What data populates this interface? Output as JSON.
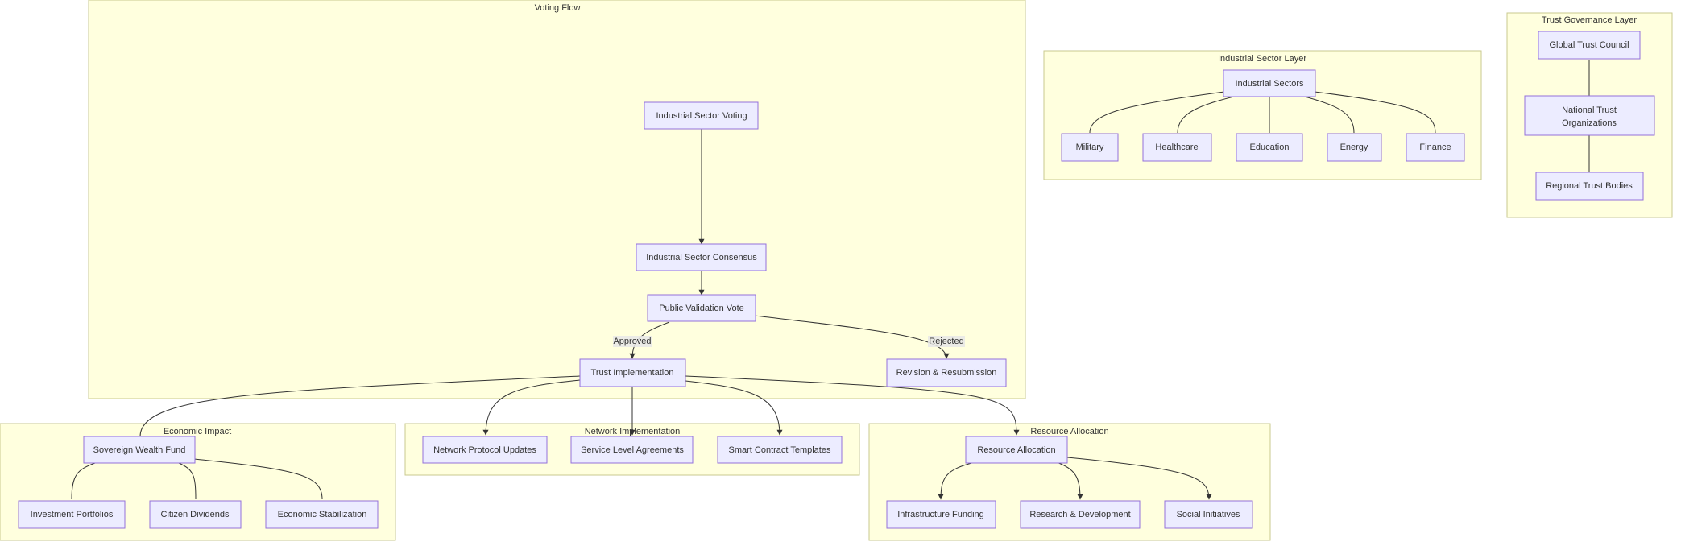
{
  "clusters": {
    "voting_flow": "Voting Flow",
    "industrial_sector_layer": "Industrial Sector Layer",
    "trust_governance_layer": "Trust Governance Layer",
    "economic_impact": "Economic Impact",
    "network_implementation": "Network Implementation",
    "resource_allocation": "Resource Allocation"
  },
  "nodes": {
    "industrial_sector_voting": "Industrial Sector Voting",
    "industrial_sector_consensus": "Industrial Sector Consensus",
    "public_validation_vote": "Public Validation Vote",
    "trust_implementation": "Trust Implementation",
    "revision_resubmission": "Revision & Resubmission",
    "industrial_sectors": "Industrial Sectors",
    "military": "Military",
    "healthcare": "Healthcare",
    "education": "Education",
    "energy": "Energy",
    "finance": "Finance",
    "global_trust_council": "Global Trust Council",
    "national_trust_line1": "National Trust",
    "national_trust_line2": "Organizations",
    "regional_trust_bodies": "Regional Trust Bodies",
    "sovereign_wealth_fund": "Sovereign Wealth Fund",
    "investment_portfolios": "Investment Portfolios",
    "citizen_dividends": "Citizen Dividends",
    "economic_stabilization": "Economic Stabilization",
    "network_protocol_updates": "Network Protocol Updates",
    "service_level_agreements": "Service Level Agreements",
    "smart_contract_templates": "Smart Contract Templates",
    "resource_allocation_node": "Resource Allocation",
    "infrastructure_funding": "Infrastructure Funding",
    "research_development": "Research & Development",
    "social_initiatives": "Social Initiatives"
  },
  "edge_labels": {
    "approved": "Approved",
    "rejected": "Rejected"
  }
}
